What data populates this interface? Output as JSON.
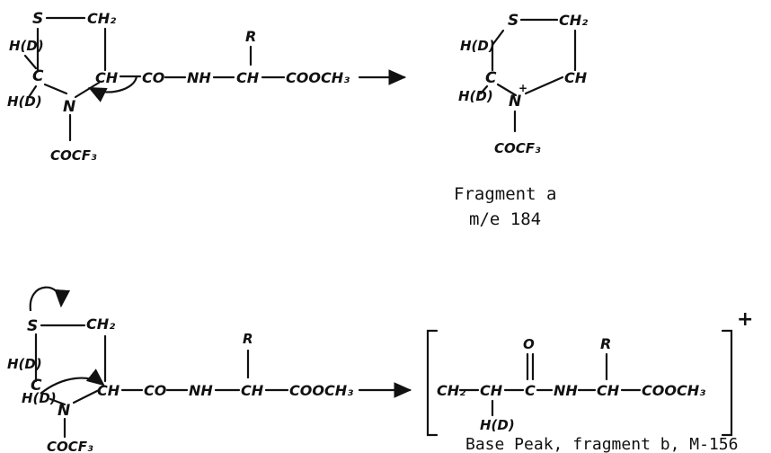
{
  "top_reactant": {
    "s": "S",
    "ch2": "CH₂",
    "h_upper": "H(D)",
    "c": "C",
    "h_lower": "H(D)",
    "ch": "CH",
    "n": "N",
    "cocf3": "COCF₃",
    "co": "CO",
    "nh": "NH",
    "r": "R",
    "ch_chain": "CH",
    "cooch3": "COOCH₃"
  },
  "top_product": {
    "s": "S",
    "ch2": "CH₂",
    "h_upper": "H(D)",
    "c": "C",
    "h_lower": "H(D)",
    "ch": "CH",
    "n": "N",
    "plus": "+",
    "cocf3": "COCF₃",
    "caption_line1": "Fragment a",
    "caption_line2": "m/e 184"
  },
  "bottom_reactant": {
    "s": "S",
    "ch2": "CH₂",
    "h_upper": "H(D)",
    "c": "C",
    "h_lower": "H(D)",
    "ch": "CH",
    "n": "N",
    "cocf3": "COCF₃",
    "co": "CO",
    "nh": "NH",
    "r": "R",
    "ch_chain": "CH",
    "cooch3": "COOCH₃"
  },
  "bottom_product": {
    "ch2": "CH₂",
    "ch": "CH",
    "c": "C",
    "o": "O",
    "nh": "NH",
    "r": "R",
    "ch_chain": "CH",
    "cooch3": "COOCH₃",
    "hd": "H(D)",
    "charge": "+",
    "caption": "Base Peak, fragment b, M-156"
  }
}
